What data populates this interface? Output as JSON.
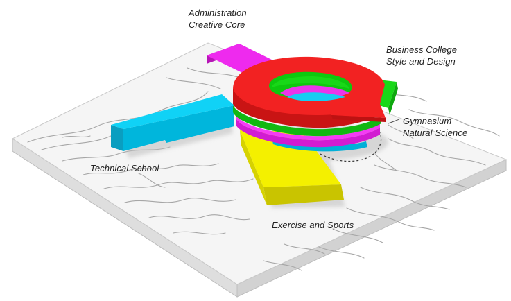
{
  "diagram": {
    "labels": {
      "admin": {
        "line1": "Administration",
        "line2": "Creative Core"
      },
      "business": {
        "line1": "Business College",
        "line2": "Style and Design"
      },
      "gym": {
        "line1": "Gymnasium",
        "line2": "Natural Science"
      },
      "technical": {
        "line1": "Technical School"
      },
      "exercise": {
        "line1": "Exercise and Sports"
      }
    },
    "colors": {
      "magenta": "#ee22ee",
      "cyan": "#00c8ee",
      "yellow": "#f2ee00",
      "green": "#16d616",
      "red": "#ee1c1c",
      "ground": "#f4f4f4",
      "ground_edge": "#cfcfcf",
      "contour": "#9a9a9a"
    }
  }
}
